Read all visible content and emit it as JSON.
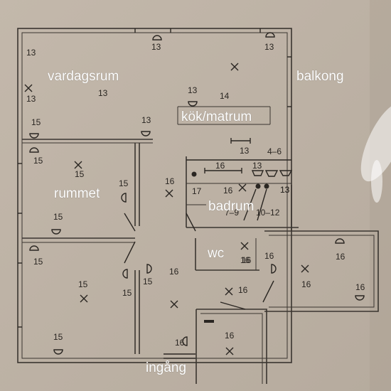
{
  "rooms": {
    "vardagsrum": "vardagsrum",
    "balkong": "balkong",
    "kok": "kök/matrum",
    "rummet": "rummet",
    "badrum": "badrum",
    "wc": "wc",
    "ingang": "ingång"
  },
  "codes": [
    {
      "id": "c1",
      "text": "13"
    },
    {
      "id": "c2",
      "text": "13"
    },
    {
      "id": "c3",
      "text": "13"
    },
    {
      "id": "c4",
      "text": "13"
    },
    {
      "id": "c5",
      "text": "13"
    },
    {
      "id": "c6",
      "text": "13"
    },
    {
      "id": "c7",
      "text": "14"
    },
    {
      "id": "c8",
      "text": "13"
    },
    {
      "id": "c9",
      "text": "15"
    },
    {
      "id": "c10",
      "text": "13"
    },
    {
      "id": "c11",
      "text": "13"
    },
    {
      "id": "c12",
      "text": "4–6"
    },
    {
      "id": "c13",
      "text": "15"
    },
    {
      "id": "c14",
      "text": "15"
    },
    {
      "id": "c15",
      "text": "15"
    },
    {
      "id": "c16",
      "text": "16"
    },
    {
      "id": "c17",
      "text": "16"
    },
    {
      "id": "c18",
      "text": "13"
    },
    {
      "id": "c19",
      "text": "17"
    },
    {
      "id": "c20",
      "text": "16"
    },
    {
      "id": "c21",
      "text": "13"
    },
    {
      "id": "c22",
      "text": "15"
    },
    {
      "id": "c23",
      "text": "7–9"
    },
    {
      "id": "c24",
      "text": "10–12"
    },
    {
      "id": "c25",
      "text": "15"
    },
    {
      "id": "c26",
      "text": "16"
    },
    {
      "id": "c27",
      "text": "16"
    },
    {
      "id": "c28",
      "text": "15"
    },
    {
      "id": "c29",
      "text": "15"
    },
    {
      "id": "c30",
      "text": "15"
    },
    {
      "id": "c31",
      "text": "16"
    },
    {
      "id": "c32",
      "text": "16"
    },
    {
      "id": "c33",
      "text": "16"
    },
    {
      "id": "c34",
      "text": "16"
    },
    {
      "id": "c35",
      "text": "15"
    },
    {
      "id": "c36",
      "text": "16"
    },
    {
      "id": "c37",
      "text": "16"
    },
    {
      "id": "c38",
      "text": "16"
    },
    {
      "id": "c39",
      "text": "16"
    }
  ]
}
